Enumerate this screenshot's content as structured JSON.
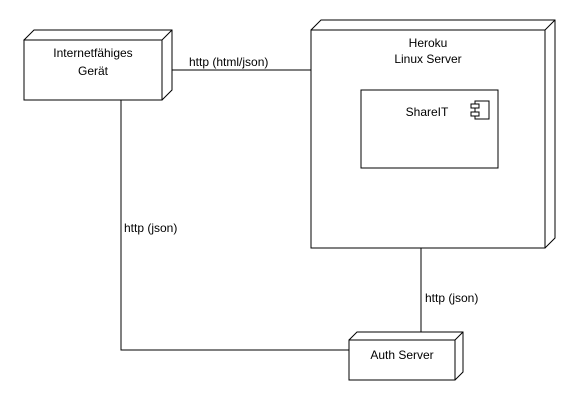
{
  "diagram": {
    "nodes": {
      "device": {
        "line1": "Internetfähiges",
        "line2": "Gerät"
      },
      "server": {
        "line1": "Heroku",
        "line2": "Linux Server"
      },
      "component": {
        "label": "ShareIT",
        "icon": "uml-component-icon"
      },
      "auth": {
        "label": "Auth Server"
      }
    },
    "edges": {
      "device_server": "http (html/json)",
      "device_auth": "http (json)",
      "server_auth": "http (json)"
    }
  }
}
